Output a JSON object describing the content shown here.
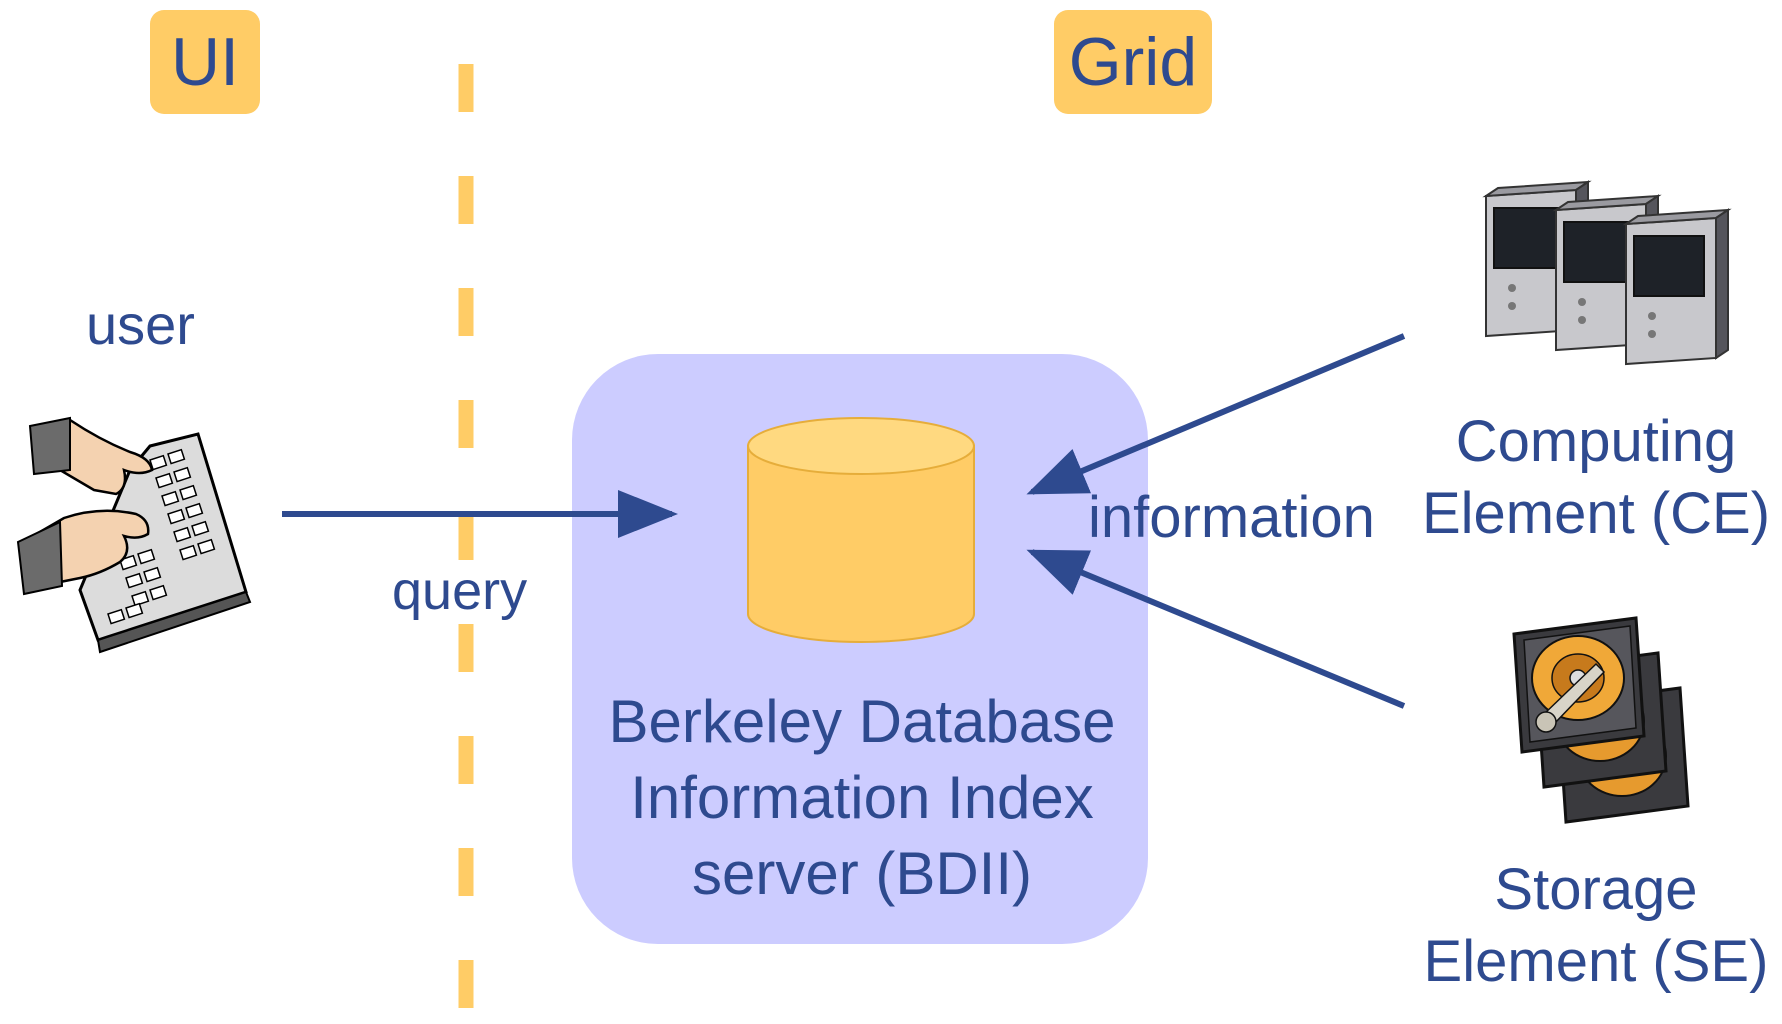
{
  "sections": {
    "ui_tag": "UI",
    "grid_tag": "Grid"
  },
  "labels": {
    "user": "user",
    "query": "query",
    "information": "information",
    "bdii": [
      "Berkeley Database",
      "Information Index",
      "server (BDII)"
    ],
    "ce": [
      "Computing",
      "Element (CE)"
    ],
    "se": [
      "Storage",
      "Element (SE)"
    ]
  },
  "colors": {
    "text": "#2e4a8f",
    "tag_background": "#ffcc66",
    "bdii_background": "#ccccff",
    "arrow": "#2e4a8f",
    "divider": "#ffcc66",
    "database": "#ffcc66"
  },
  "icons": {
    "user": "keyboard-hands-icon",
    "bdii": "database-cylinder-icon",
    "ce": "server-towers-icon",
    "se": "hard-drives-icon"
  }
}
